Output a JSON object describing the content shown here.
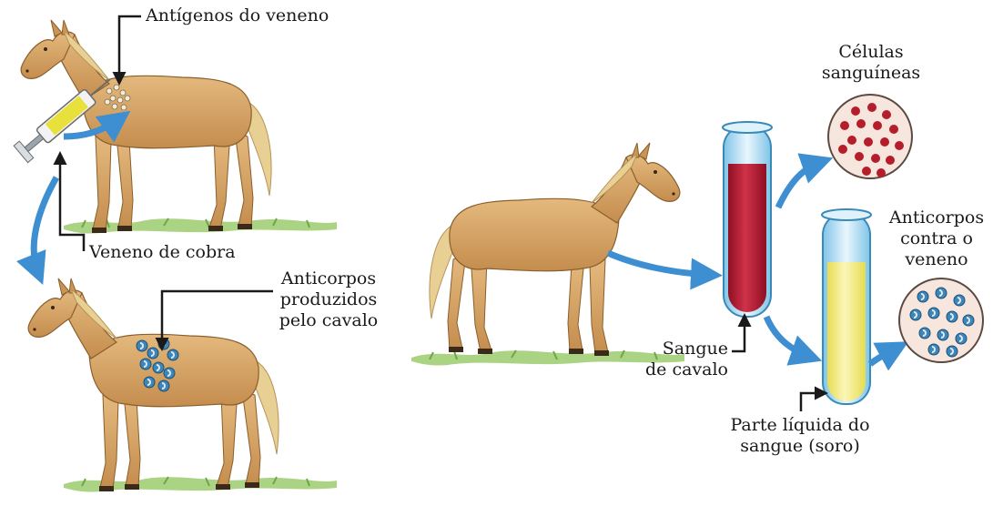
{
  "labels": {
    "venom_antigens": "Antígenos do veneno",
    "snake_venom": "Veneno de cobra",
    "antibodies_produced": [
      "Anticorpos",
      "produzidos",
      "pelo cavalo"
    ],
    "blood_cells": [
      "Células",
      "sanguíneas"
    ],
    "antibodies_against": [
      "Anticorpos",
      "contra o",
      "veneno"
    ],
    "horse_blood": [
      "Sangue",
      "de cavalo"
    ],
    "serum": [
      "Parte líquida do",
      "sangue (soro)"
    ]
  },
  "colors": {
    "horse_body": "#d9a96a",
    "mane": "#e8cf94",
    "grass": "#9ccb6f",
    "arrow": "#3d8fd1",
    "blood": "#b0182e",
    "serum": "#f1ea7c",
    "antibody": "#3f86b8",
    "cell": "#b51d2a"
  }
}
